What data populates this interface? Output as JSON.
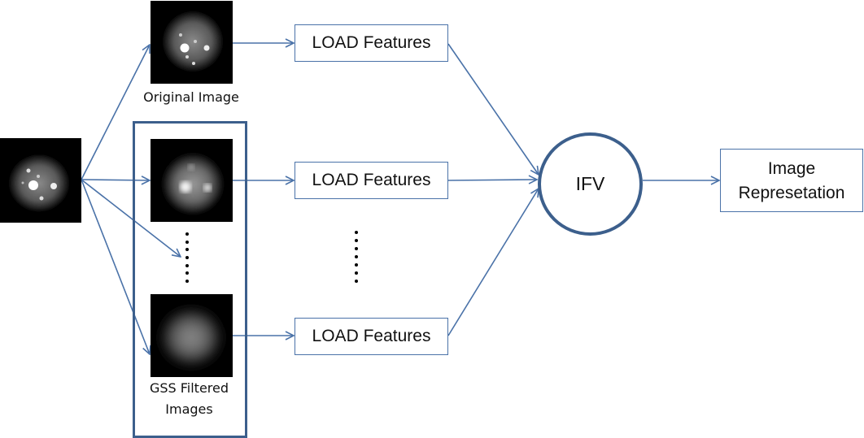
{
  "colors": {
    "arrow": "#4a72a8",
    "box_border": "#4a72a8",
    "group_border": "#3c5f8c",
    "circle_border": "#3c5f8c"
  },
  "captions": {
    "original": "Original Image",
    "gss_line1": "GSS Filtered",
    "gss_line2": "Images"
  },
  "features": {
    "top": "LOAD Features",
    "middle": "LOAD Features",
    "bottom": "LOAD Features"
  },
  "ifv": {
    "label": "IFV"
  },
  "representation": {
    "line1": "Image",
    "line2": "Represetation"
  }
}
